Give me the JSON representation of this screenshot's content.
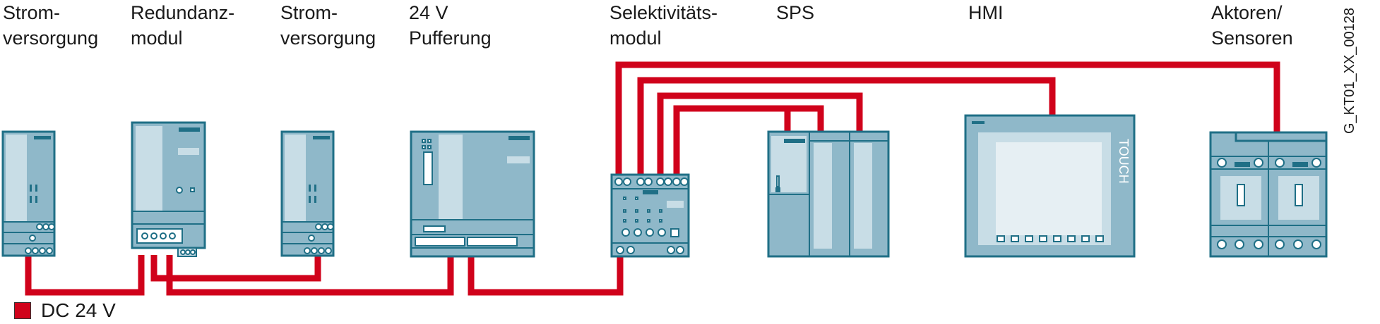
{
  "labels": {
    "power_supply_1": "Strom-\nversorgung",
    "redundancy_module": "Redundanz-\nmodul",
    "power_supply_2": "Strom-\nversorgung",
    "buffer_24v": "24 V\nPufferung",
    "selectivity_module": "Selektivitäts-\nmodul",
    "plc": "SPS",
    "hmi": "HMI",
    "actuators_sensors": "Aktoren/\nSensoren"
  },
  "hmi_screen_text": "TOUCH",
  "legend": {
    "text": "DC 24 V",
    "color": "#d0021b"
  },
  "document_id": "G_KT01_XX_00128",
  "colors": {
    "wire": "#d0021b",
    "device_fill": "#8fb8c9",
    "device_light": "#c8dde6",
    "device_stroke": "#1f6f86"
  }
}
